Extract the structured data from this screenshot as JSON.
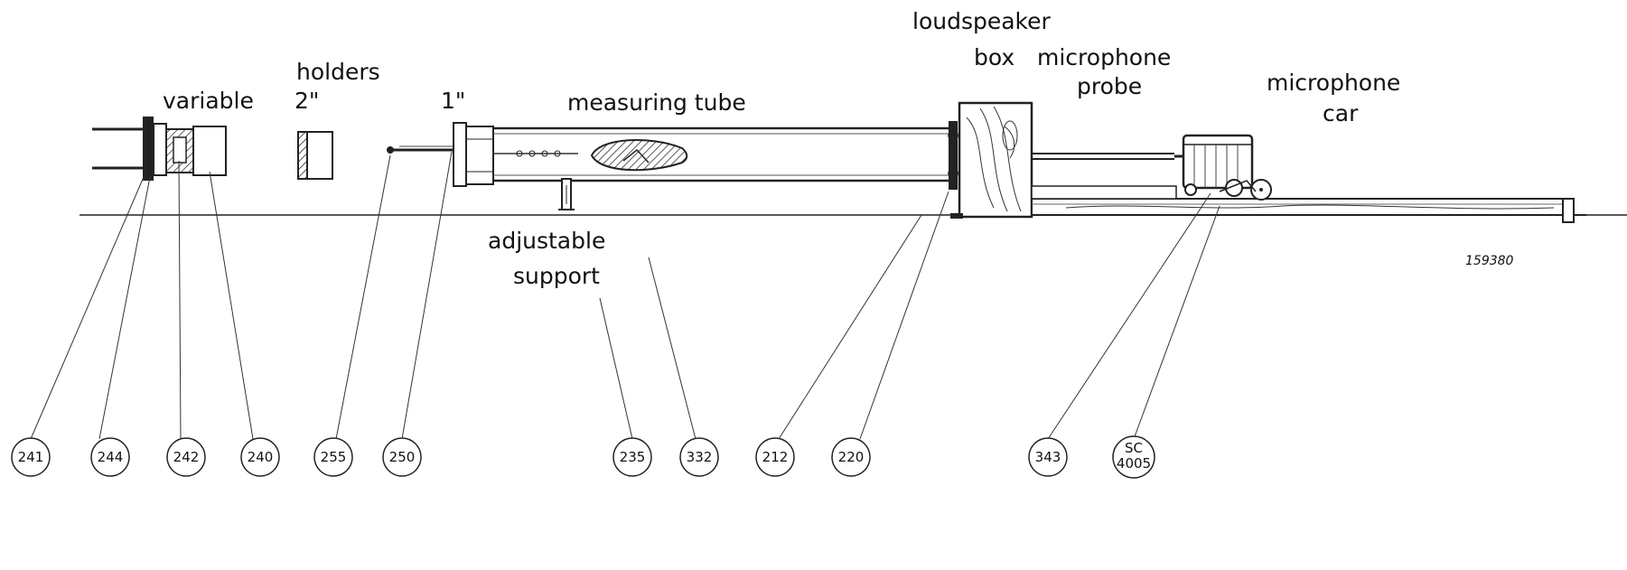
{
  "labels": {
    "holders": "holders",
    "variable": "variable",
    "two_inch": "2\"",
    "one_inch": "1\"",
    "measuring_tube": "measuring tube",
    "loudspeaker": "loudspeaker",
    "box": "box",
    "microphone_1": "microphone",
    "probe": "probe",
    "microphone_2": "microphone",
    "car": "car",
    "adjustable": "adjustable",
    "support": "support"
  },
  "drawing_number": "159380",
  "callouts": [
    {
      "text": "241"
    },
    {
      "text": "244"
    },
    {
      "text": "242"
    },
    {
      "text": "240"
    },
    {
      "text": "255"
    },
    {
      "text": "250"
    },
    {
      "text": "235"
    },
    {
      "text": "332"
    },
    {
      "text": "212"
    },
    {
      "text": "220"
    },
    {
      "text": "343"
    },
    {
      "line1": "SC",
      "line2": "4005"
    }
  ],
  "colors": {
    "ink": "#1a1a1a",
    "background": "#ffffff"
  }
}
